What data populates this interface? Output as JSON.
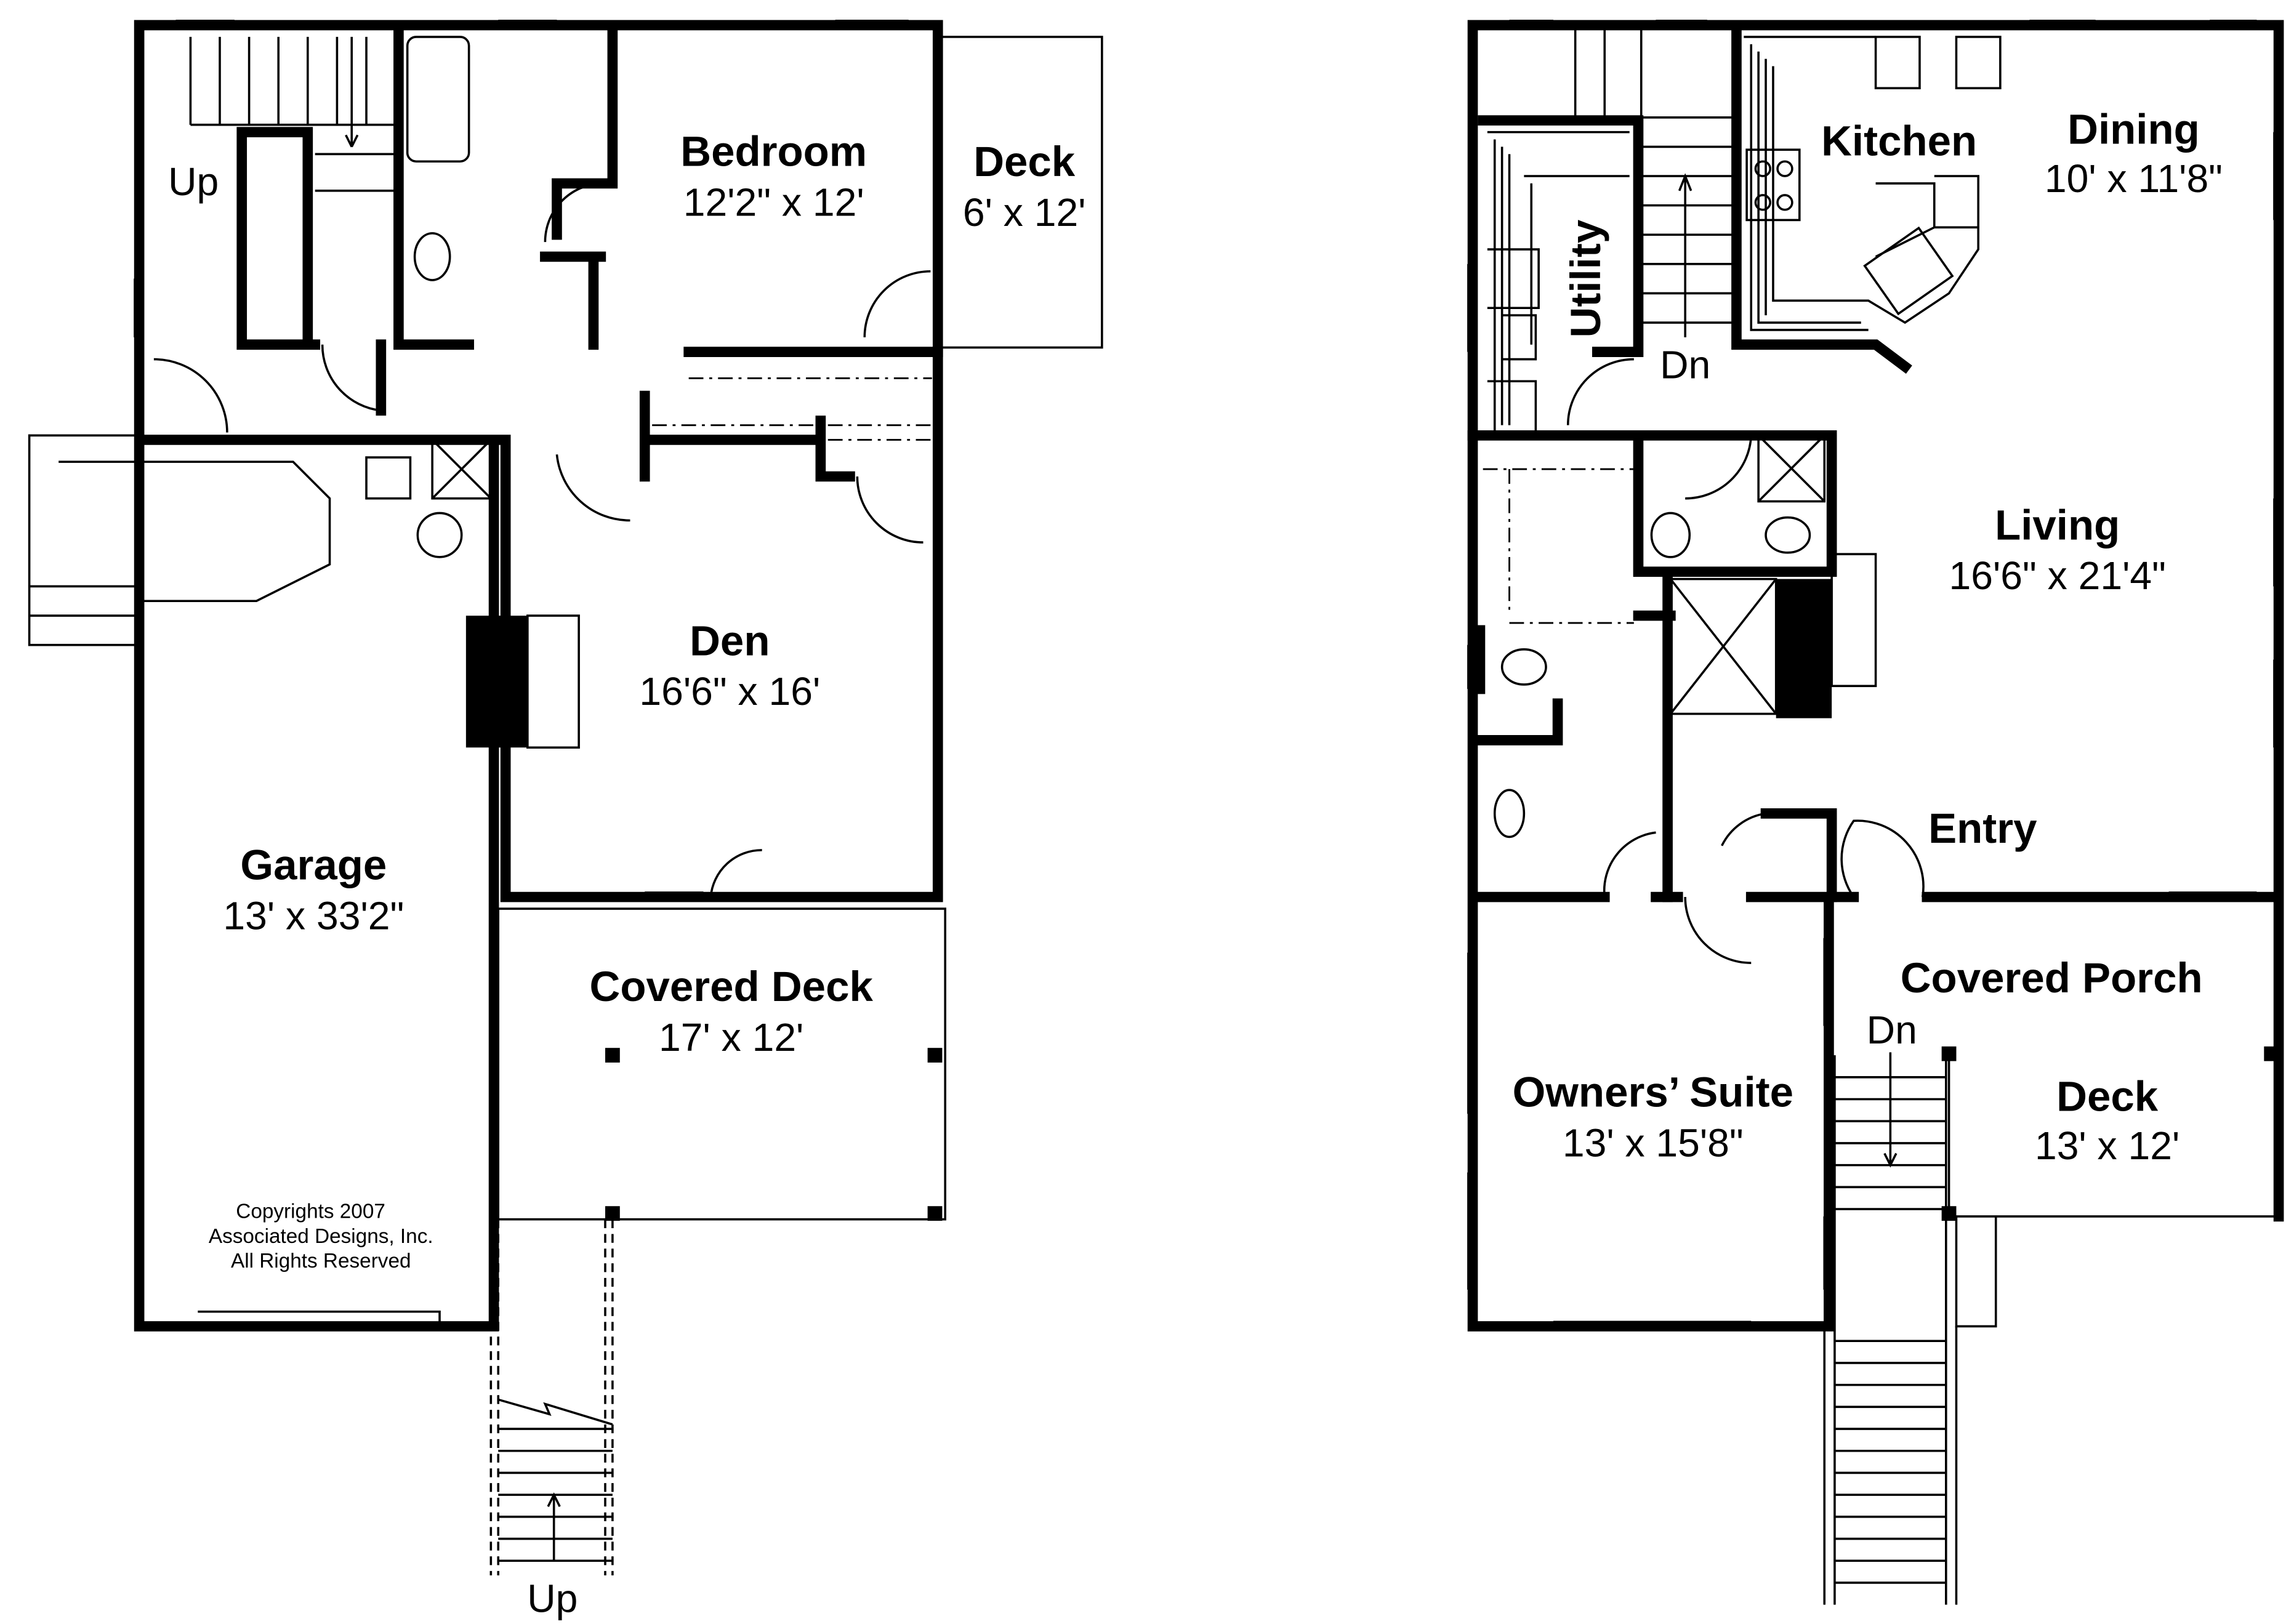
{
  "lower_floor": {
    "rooms": [
      {
        "name": "Bedroom",
        "dims": "12'2\" x 12'"
      },
      {
        "name": "Deck",
        "dims": "6' x 12'"
      },
      {
        "name": "Den",
        "dims": "16'6\" x 16'"
      },
      {
        "name": "Garage",
        "dims": "13' x 33'2\""
      },
      {
        "name": "Covered Deck",
        "dims": "17' x 12'"
      }
    ],
    "stair_labels": [
      "Up",
      "Up"
    ],
    "copyright": [
      "Copyrights 2007",
      "Associated Designs, Inc.",
      "All Rights Reserved"
    ]
  },
  "upper_floor": {
    "rooms": [
      {
        "name": "Kitchen",
        "dims": ""
      },
      {
        "name": "Dining",
        "dims": "10' x 11'8\""
      },
      {
        "name": "Utility",
        "dims": ""
      },
      {
        "name": "Living",
        "dims": "16'6\" x 21'4\""
      },
      {
        "name": "Entry",
        "dims": ""
      },
      {
        "name": "Covered Porch",
        "dims": ""
      },
      {
        "name": "Deck",
        "dims": "13' x 12'"
      },
      {
        "name": "Owners’ Suite",
        "dims": "13' x 15'8\""
      }
    ],
    "stair_labels": [
      "Dn",
      "Dn"
    ]
  }
}
